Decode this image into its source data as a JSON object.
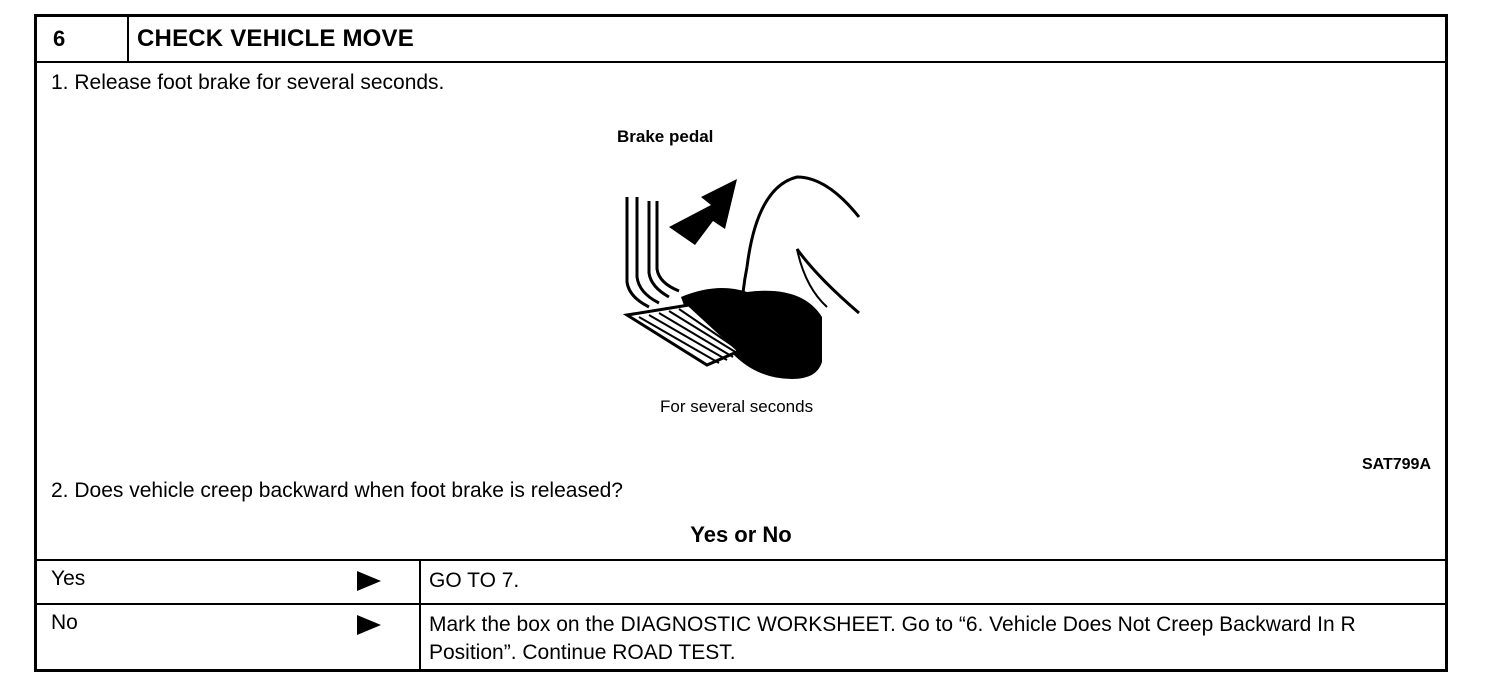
{
  "header": {
    "number": "6",
    "title": "CHECK VEHICLE MOVE"
  },
  "steps": [
    "1.  Release foot brake for several seconds.",
    "2.  Does vehicle creep backward when foot brake is released?"
  ],
  "figure": {
    "pedal_label": "Brake pedal",
    "duration_label": "For several seconds",
    "code": "SAT799A",
    "icons": [
      "brake-pedal-illustration",
      "release-arrow-icon"
    ]
  },
  "question": "Yes or No",
  "results": [
    {
      "answer": "Yes",
      "action": "GO TO 7."
    },
    {
      "answer": "No",
      "action": "Mark the box on the DIAGNOSTIC WORKSHEET. Go to “6. Vehicle Does Not Creep Backward In R Position”. Continue ROAD TEST."
    }
  ]
}
